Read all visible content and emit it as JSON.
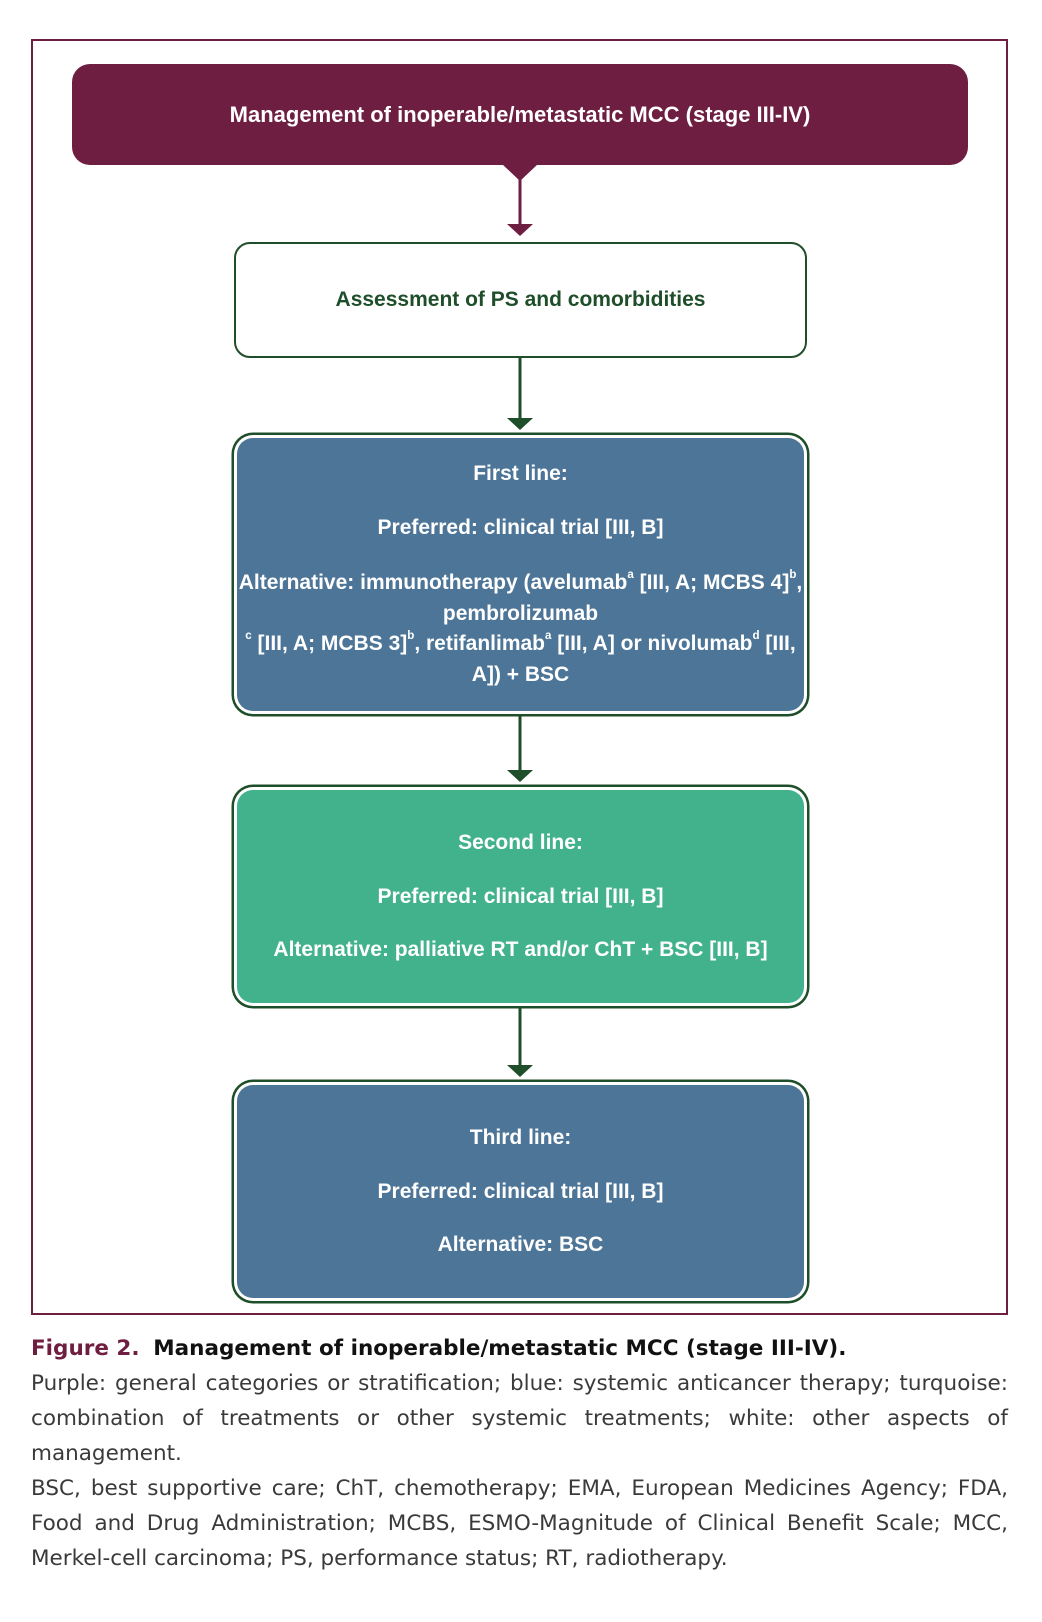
{
  "diagram": {
    "top_box": "Management of inoperable/metastatic MCC (stage III-IV)",
    "assessment_box": "Assessment of PS and comorbidities",
    "first_line": {
      "heading": "First line:",
      "preferred": "Preferred: clinical trial [III, B]",
      "alternative_parts": [
        "Alternative: immunotherapy (avelumab",
        "a",
        " [III, A; MCBS 4]",
        "b",
        ", pembrolizumab",
        "c",
        " [III, A; MCBS 3]",
        "b",
        ", retifanlimab",
        "a",
        " [III, A] or nivolumab",
        "d",
        " [III, A]) + BSC"
      ]
    },
    "second_line": {
      "heading": "Second line:",
      "preferred": "Preferred: clinical trial [III, B]",
      "alternative": "Alternative: palliative RT and/or ChT + BSC [III, B]"
    },
    "third_line": {
      "heading": "Third line:",
      "preferred": "Preferred: clinical trial [III, B]",
      "alternative": "Alternative: BSC"
    }
  },
  "caption": {
    "figure_label": "Figure 2.",
    "figure_title": "Management of inoperable/metastatic MCC (stage III-IV).",
    "color_legend": "Purple: general categories or stratification; blue: systemic anticancer therapy; turquoise: combination of treatments or other systemic treatments; white: other aspects of management.",
    "abbreviations": "BSC, best supportive care; ChT, chemotherapy; EMA, European Medicines Agency; FDA, Food and Drug Administration; MCBS, ESMO-Magnitude of Clinical Benefit Scale; MCC, Merkel-cell carcinoma; PS, performance status; RT, radiotherapy."
  },
  "colors": {
    "purple": "#6e1e40",
    "blue": "#4d7598",
    "turquoise": "#42b28d",
    "dark_green": "#1f4e2a"
  }
}
